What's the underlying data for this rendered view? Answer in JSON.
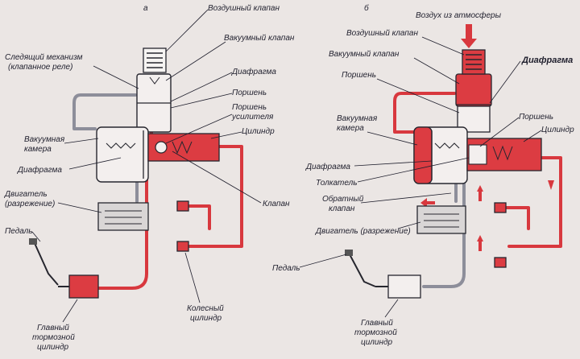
{
  "panels": {
    "a": "а",
    "b": "б"
  },
  "labels_a": {
    "air_valve": "Воздушный клапан",
    "vacuum_valve": "Вакуумный клапан",
    "tracking_mechanism_1": "Следящий механизм",
    "tracking_mechanism_2": "(клапанное реле)",
    "diaphragm_top": "Диафрагма",
    "piston": "Поршень",
    "booster_piston_1": "Поршень",
    "booster_piston_2": "усилителя",
    "cylinder": "Цилиндр",
    "vacuum_chamber_1": "Вакуумная",
    "vacuum_chamber_2": "камера",
    "diaphragm_left": "Диафрагма",
    "engine_1": "Двигатель",
    "engine_2": "(разрежение)",
    "valve": "Клапан",
    "pedal": "Педаль",
    "wheel_cylinder_1": "Колесный",
    "wheel_cylinder_2": "цилиндр",
    "master_cylinder_1": "Главный",
    "master_cylinder_2": "тормозной",
    "master_cylinder_3": "цилиндр"
  },
  "labels_b": {
    "atmosphere_air": "Воздух из атмосферы",
    "air_valve": "Воздушный клапан",
    "vacuum_valve": "Вакуумный клапан",
    "diaphragm": "Диафрагма",
    "piston": "Поршень",
    "vacuum_chamber_1": "Вакуумная",
    "vacuum_chamber_2": "камера",
    "piston_right": "Поршень",
    "cylinder": "Цилиндр",
    "diaphragm_left": "Диафрагма",
    "pusher": "Толкатель",
    "check_valve_1": "Обратный",
    "check_valve_2": "клапан",
    "engine": "Двигатель (разрежение)",
    "pedal": "Педаль",
    "master_cylinder_1": "Главный",
    "master_cylinder_2": "тормозной",
    "master_cylinder_3": "цилиндр"
  },
  "colors": {
    "fluid_red": "#d8383e",
    "vacuum_gray": "#8d8e9a",
    "paper": "#ebe6e4",
    "ink": "#1e1e2c"
  }
}
